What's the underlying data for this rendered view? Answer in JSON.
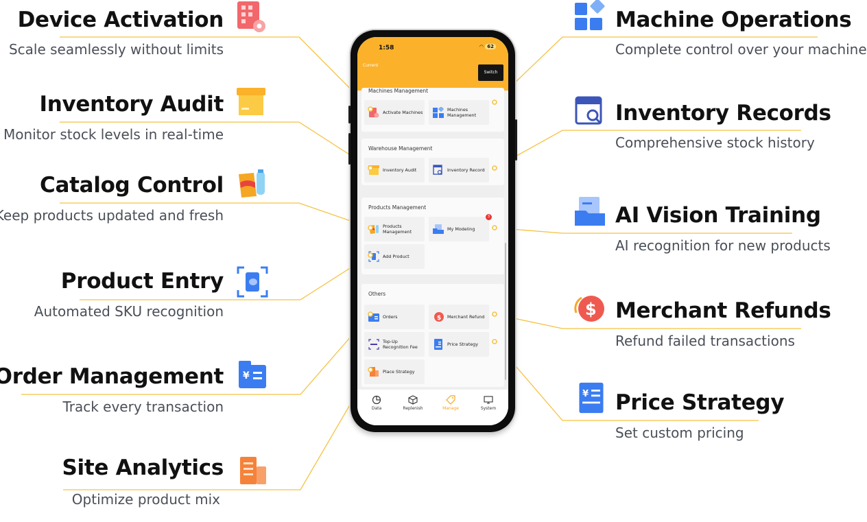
{
  "colors": {
    "accent": "#fbb12a",
    "leader": "#f5c242",
    "title": "#111111",
    "subtitle": "#4a4f57"
  },
  "callouts_left": [
    {
      "id": "device",
      "title": "Device Activation",
      "subtitle": "Scale seamlessly without limits",
      "icon": "activation-icon"
    },
    {
      "id": "audit",
      "title": "Inventory Audit",
      "subtitle": "Monitor stock levels in real-time",
      "icon": "box-icon"
    },
    {
      "id": "catalog",
      "title": "Catalog Control",
      "subtitle": "Keep products updated and fresh",
      "icon": "snacks-icon"
    },
    {
      "id": "entry",
      "title": "Product Entry",
      "subtitle": "Automated SKU recognition",
      "icon": "scan-product-icon"
    },
    {
      "id": "orders",
      "title": "Order Management",
      "subtitle": "Track every transaction",
      "icon": "order-icon"
    },
    {
      "id": "site",
      "title": "Site Analytics",
      "subtitle": "Optimize product mix",
      "icon": "building-icon"
    }
  ],
  "callouts_right": [
    {
      "id": "machine",
      "title": "Machine Operations",
      "subtitle": "Complete control over your machines",
      "icon": "grid-icon"
    },
    {
      "id": "records",
      "title": "Inventory Records",
      "subtitle": "Comprehensive stock history",
      "icon": "record-search-icon"
    },
    {
      "id": "ai",
      "title": "AI Vision Training",
      "subtitle": "AI recognition for new products",
      "icon": "folder-icon"
    },
    {
      "id": "refunds",
      "title": "Merchant Refunds",
      "subtitle": "Refund failed transactions",
      "icon": "refund-icon"
    },
    {
      "id": "price",
      "title": "Price Strategy",
      "subtitle": "Set custom pricing",
      "icon": "price-list-icon"
    }
  ],
  "phone": {
    "time": "1:58",
    "battery": "62",
    "current_label": "Current",
    "switch_label": "Switch",
    "sections": [
      {
        "title": "Machines Management",
        "items": [
          {
            "label": "Activate Machines"
          },
          {
            "label": "Machines Management"
          }
        ]
      },
      {
        "title": "Warehouse Management",
        "items": [
          {
            "label": "Inventory Audit"
          },
          {
            "label": "Inventory Record"
          }
        ]
      },
      {
        "title": "Products Management",
        "items": [
          {
            "label": "Products Management"
          },
          {
            "label": "My Modeling",
            "badge": "3"
          },
          {
            "label": "Add Product"
          }
        ]
      },
      {
        "title": "Others",
        "items": [
          {
            "label": "Orders"
          },
          {
            "label": "Merchant Refund"
          },
          {
            "label": "Top-Up Recognition Fee"
          },
          {
            "label": "Price Strategy"
          },
          {
            "label": "Place Strategy"
          }
        ]
      }
    ],
    "tabs": [
      {
        "label": "Data",
        "icon": "chart-pie-icon"
      },
      {
        "label": "Replenish",
        "icon": "cube-icon"
      },
      {
        "label": "Manage",
        "icon": "tag-icon",
        "active": true
      },
      {
        "label": "System",
        "icon": "monitor-icon"
      }
    ]
  }
}
